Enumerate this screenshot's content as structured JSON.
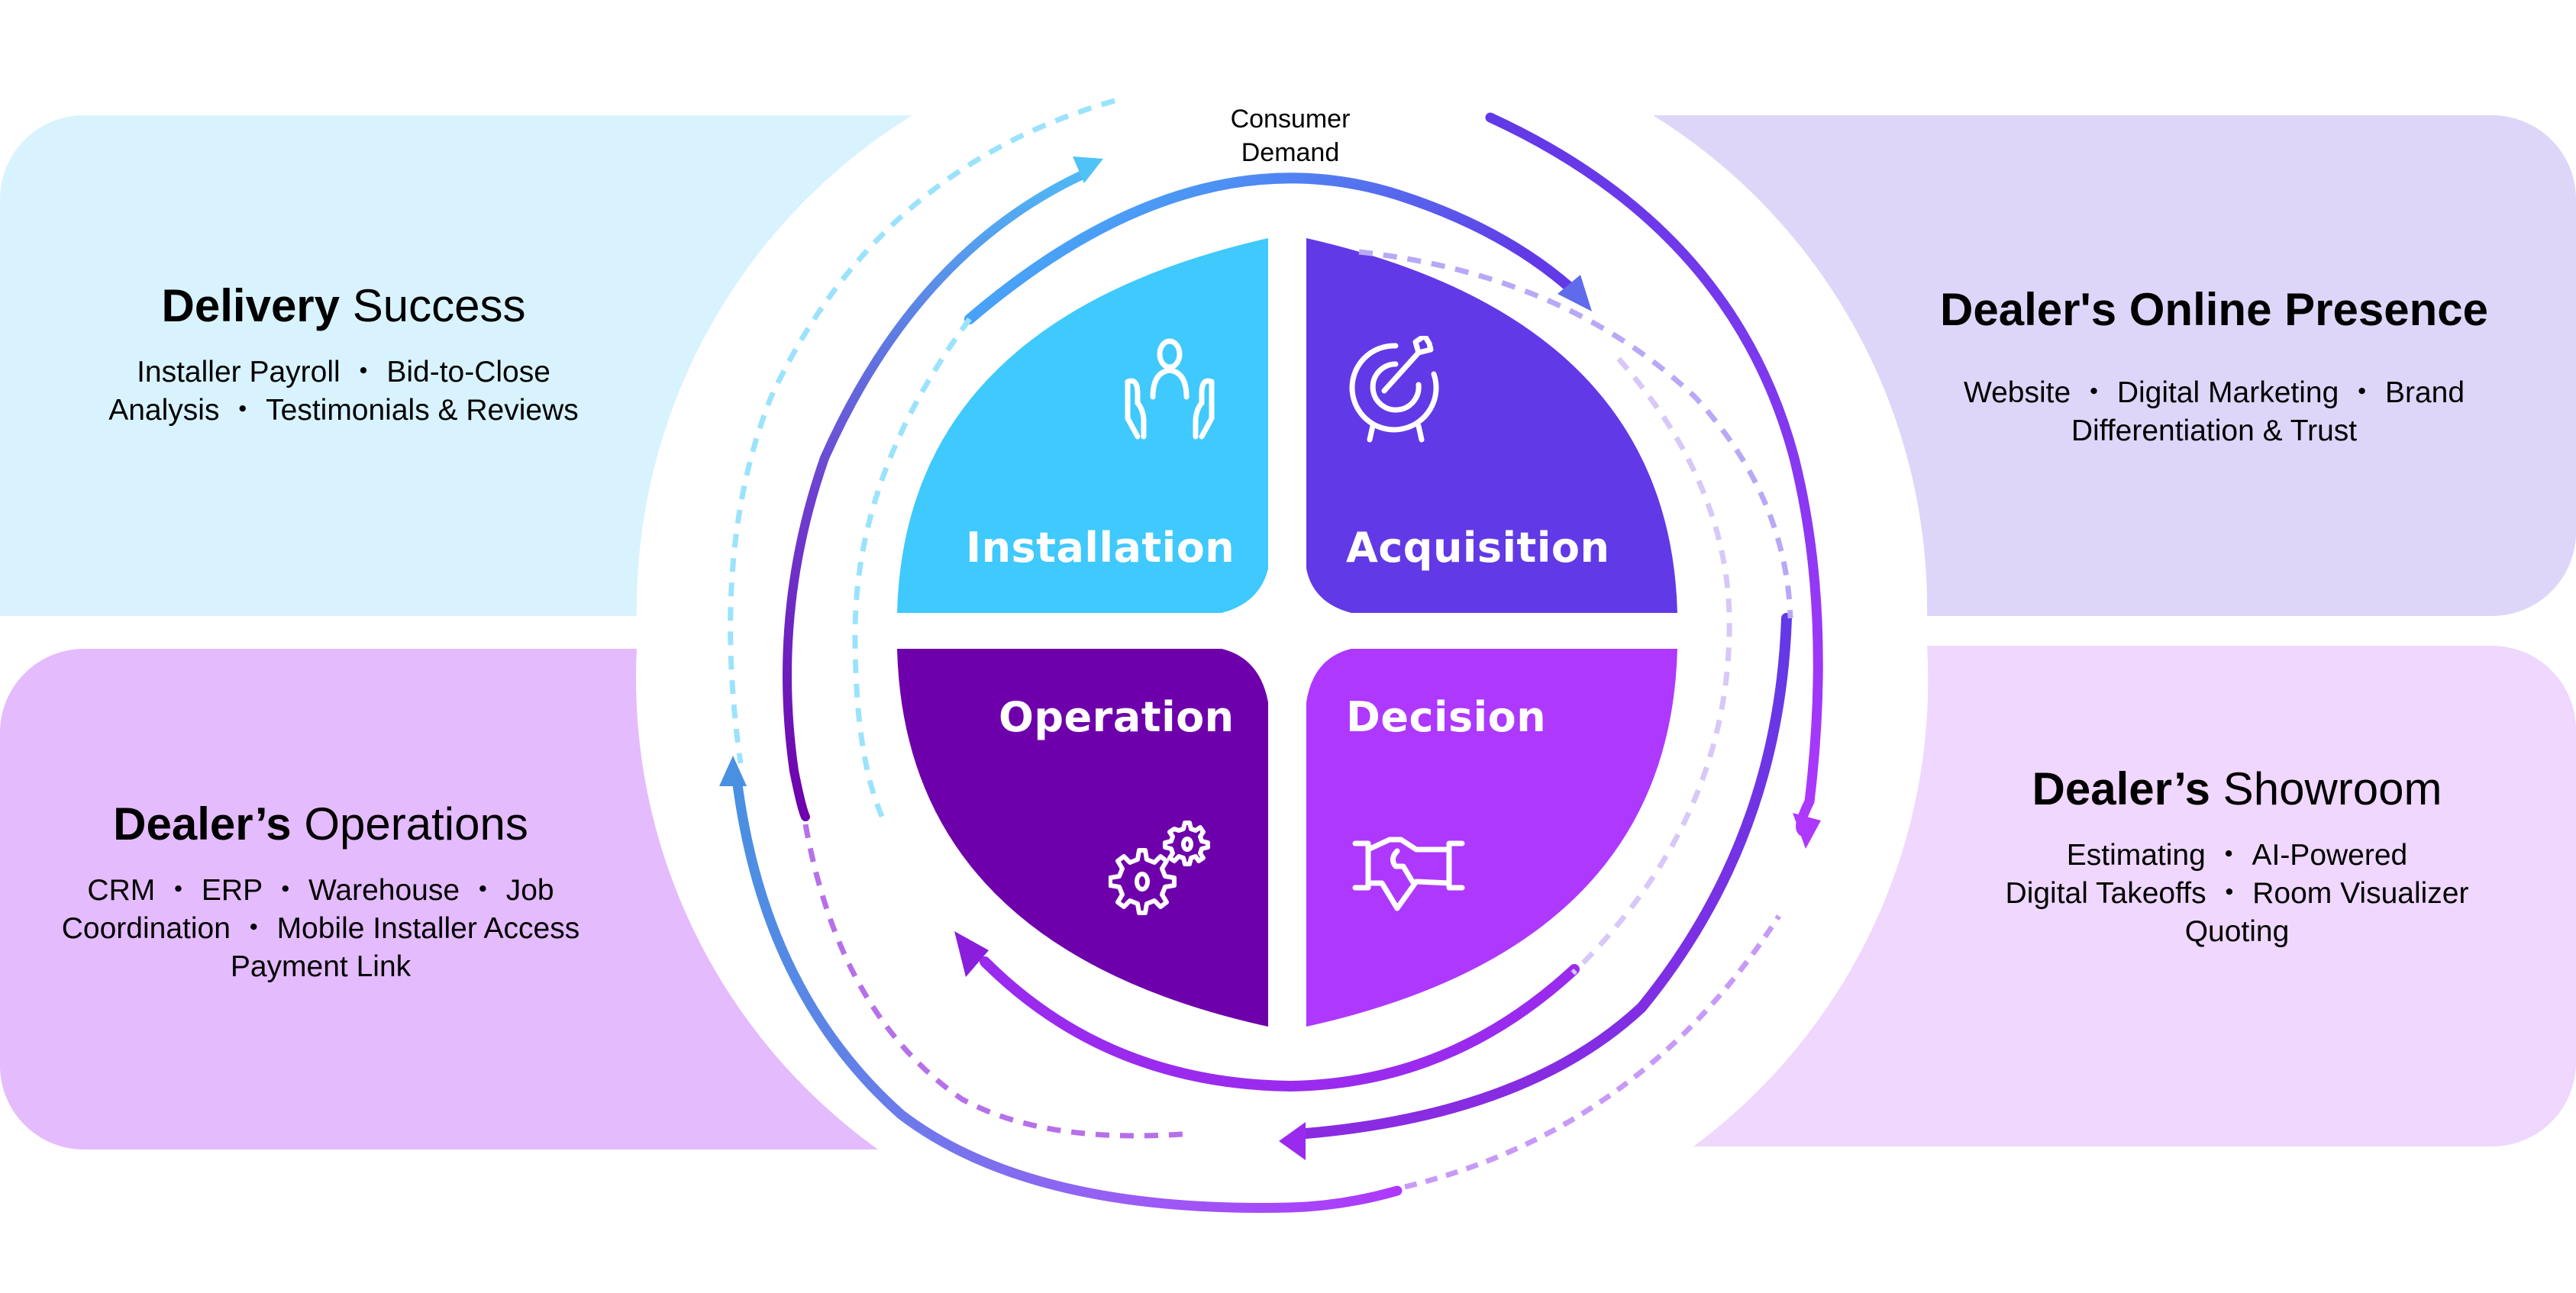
{
  "center_label": [
    "Consumer",
    "Demand"
  ],
  "quadrants": [
    {
      "id": "installation",
      "label": "Installation",
      "icon": "person-hands-icon",
      "color": "#3FC9FD"
    },
    {
      "id": "acquisition",
      "label": "Acquisition",
      "icon": "target-arrow-icon",
      "color": "#6239E6"
    },
    {
      "id": "operation",
      "label": "Operation",
      "icon": "gears-icon",
      "color": "#6E00AB"
    },
    {
      "id": "decision",
      "label": "Decision",
      "icon": "handshake-icon",
      "color": "#AE38FD"
    }
  ],
  "cards": {
    "delivery": {
      "title_bold": "Delivery",
      "title_regular": " Success",
      "lines": [
        "Installer Payroll ・ Bid-to-Close",
        "Analysis ・ Testimonials & Reviews"
      ],
      "color": "#D8F3FD"
    },
    "online": {
      "title_bold": "Dealer's Online Presence",
      "title_regular": "",
      "lines": [
        "Website ・ Digital Marketing ・ Brand",
        "Differentiation & Trust"
      ],
      "color": "#DED6F8"
    },
    "operations": {
      "title_bold": "Dealer’s",
      "title_regular": " Operations",
      "lines": [
        "CRM ・ ERP ・ Warehouse ・  Job",
        "Coordination  ・  Mobile Installer Access",
        "Payment Link"
      ],
      "color": "#E4BBFC"
    },
    "showroom": {
      "title_bold": "Dealer’s",
      "title_regular": " Showroom",
      "lines": [
        "Estimating ・ AI-Powered",
        "Digital Takeoffs ・ Room Visualizer",
        "Quoting"
      ],
      "color": "#EFD7FD"
    }
  }
}
